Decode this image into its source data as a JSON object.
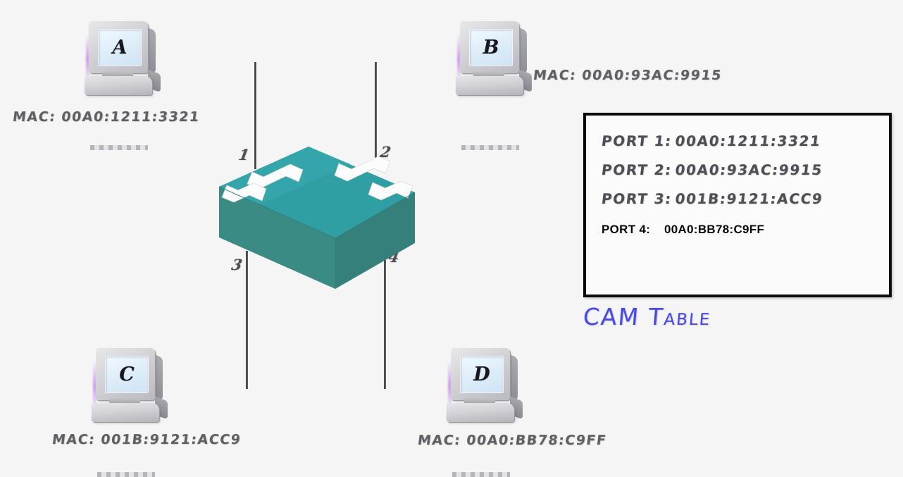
{
  "background_color": "#f5f5f5",
  "diagram": {
    "title_caption": "CAM Table",
    "caption_color": "#4a49e4",
    "switch": {
      "name": "ethernet-switch",
      "body_color": "#2e9a9c",
      "top_color": "#34a6aa",
      "side_color": "#3c8c86",
      "arrow_color": "#ffffff",
      "arrow_count": 4
    },
    "hosts": [
      {
        "id": "A",
        "screen_letter": "A",
        "mac_label": "MAC:  00A0:1211:3321",
        "port": "1",
        "position": "top-left"
      },
      {
        "id": "B",
        "screen_letter": "B",
        "mac_label": "MAC:  00A0:93AC:9915",
        "port": "2",
        "position": "top-right"
      },
      {
        "id": "C",
        "screen_letter": "C",
        "mac_label": "MAC:  001B:9121:ACC9",
        "port": "3",
        "position": "bottom-left"
      },
      {
        "id": "D",
        "screen_letter": "D",
        "mac_label": "MAC:  00A0:BB78:C9FF",
        "port": "4",
        "position": "bottom-right"
      }
    ],
    "port_numbers": {
      "p1": "1",
      "p2": "2",
      "p3": "3",
      "p4": "4"
    }
  },
  "cam_table": {
    "border_color": "#0c0c0c",
    "rows": [
      {
        "port": "PORT 1:",
        "mac": "00A0:1211:3321",
        "style": "handwritten"
      },
      {
        "port": "PORT 2:",
        "mac": "00A0:93AC:9915",
        "style": "handwritten"
      },
      {
        "port": "PORT 3:",
        "mac": "001B:9121:ACC9",
        "style": "handwritten"
      },
      {
        "port": "PORT 4:",
        "mac": "00A0:BB78:C9FF",
        "style": "typed"
      }
    ]
  }
}
